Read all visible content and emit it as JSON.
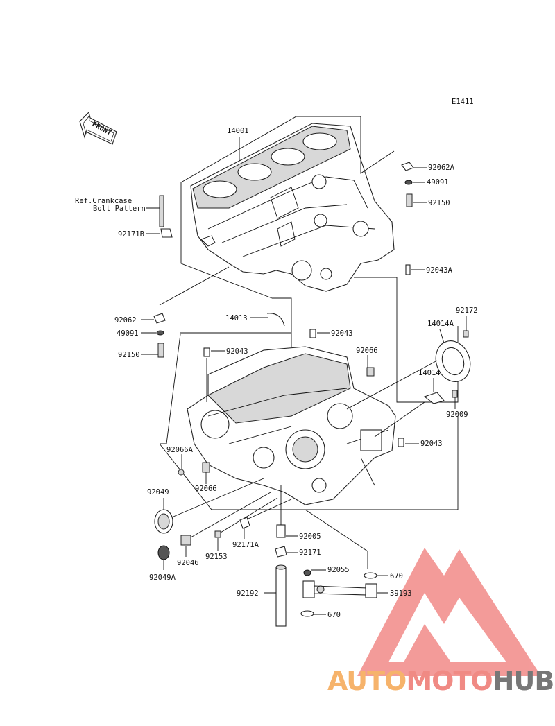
{
  "diagram": {
    "code": "E1411",
    "front_label": "FRONT",
    "ref_note_line1": "Ref.Crankcase",
    "ref_note_line2": "Bolt Pattern",
    "labels": {
      "p14001": "14001",
      "p92062A": "92062A",
      "p49091_top": "49091",
      "p92150_top": "92150",
      "p92171B": "92171B",
      "p92043A": "92043A",
      "p92172": "92172",
      "p92062": "92062",
      "p14013": "14013",
      "p49091": "49091",
      "p92043_a": "92043",
      "p14014A": "14014A",
      "p92150": "92150",
      "p92043_b": "92043",
      "p92066_top": "92066",
      "p14014": "14014",
      "p92009": "92009",
      "p92043_c": "92043",
      "p92066A": "92066A",
      "p92049": "92049",
      "p92066": "92066",
      "p92005": "92005",
      "p92171A": "92171A",
      "p92046": "92046",
      "p92153": "92153",
      "p92171": "92171",
      "p92049A": "92049A",
      "p92055": "92055",
      "p670_top": "670",
      "p92192": "92192",
      "p39193": "39193",
      "p670_bottom": "670"
    }
  },
  "watermark": {
    "part1": "AUTO",
    "part2": "MOTO",
    "part3": "HUB",
    "color1": "#f6b36b",
    "color2": "#f08a84",
    "color3": "#777777",
    "logo_color": "#f07a78"
  }
}
